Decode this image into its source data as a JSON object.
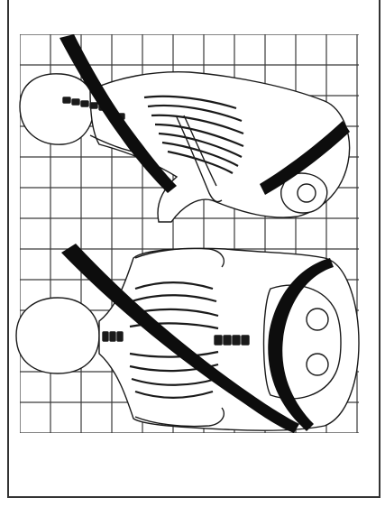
{
  "figure": {
    "views": [
      {
        "name": "side-view",
        "belt": "lap-and-shoulder-belt"
      },
      {
        "name": "front-view",
        "belt": "lap-and-shoulder-belt"
      }
    ],
    "grid": true,
    "colors": {
      "ink": "#1a1a1a",
      "belt": "#0d0d0d",
      "grid": "#3a3a3a",
      "paper": "#ffffff"
    }
  }
}
